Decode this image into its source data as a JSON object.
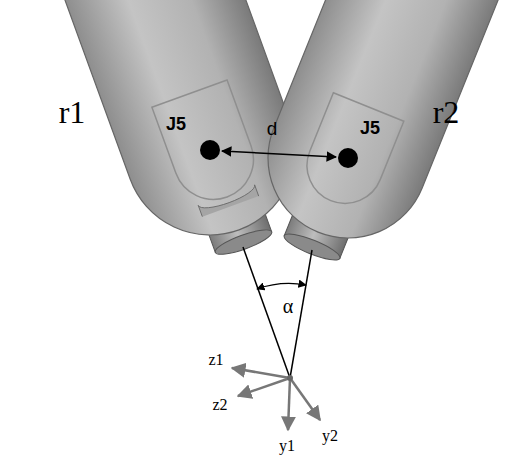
{
  "diagram": {
    "labels": [
      "r1",
      "J5",
      "d",
      "J5",
      "r2",
      "α",
      "z1",
      "z2",
      "y1",
      "y2"
    ]
  }
}
